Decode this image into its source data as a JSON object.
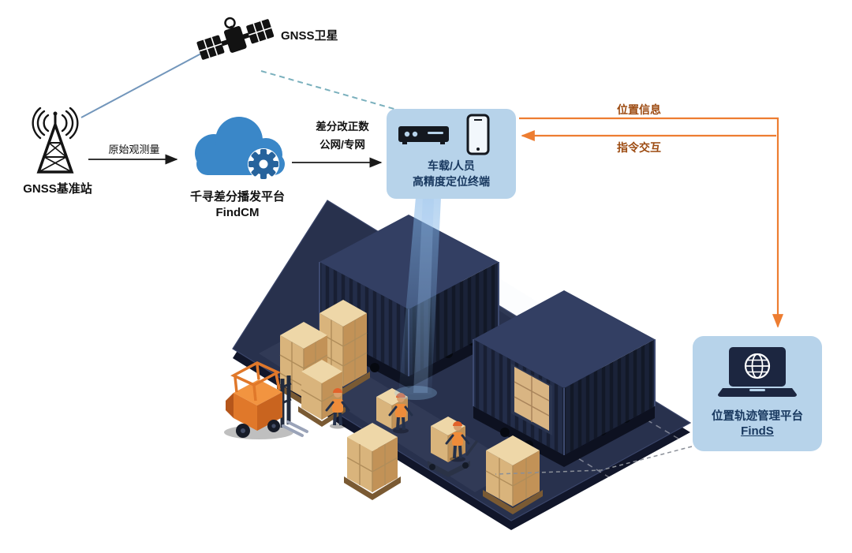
{
  "nodes": {
    "satellite": {
      "label": "GNSS卫星",
      "icon": "satellite-icon"
    },
    "base_station": {
      "label": "GNSS基准站",
      "icon": "radio-tower-icon"
    },
    "cloud": {
      "name": "千寻差分播发平台",
      "product": "FindCM",
      "icon": "cloud-gear-icon"
    },
    "terminal": {
      "line1": "车载/人员",
      "line2": "高精度定位终端",
      "icons": [
        "receiver-icon",
        "smartphone-icon"
      ]
    },
    "management": {
      "name": "位置轨迹管理平台",
      "product": "FindS",
      "icon": "laptop-globe-icon"
    }
  },
  "edges": {
    "raw_observation": {
      "label": "原始观测量"
    },
    "correction": {
      "line1": "差分改正数",
      "line2": "公网/专网"
    },
    "position_info": {
      "label": "位置信息"
    },
    "command_interaction": {
      "label": "指令交互"
    }
  },
  "scene_elements": [
    "shipping-container",
    "shipping-container",
    "pallet-boxes",
    "forklift",
    "warehouse-workers",
    "pallet-jack"
  ],
  "colors": {
    "panel_bg": "#b7d3ea",
    "panel_text": "#17375e",
    "cloud_blue": "#3a87c8",
    "gear_blue": "#27639c",
    "arrow_black": "#1a1a1a",
    "arrow_orange": "#ed7d31",
    "edge_label_orange": "#9c4a10",
    "satellite_link_dash": "#7ab0bd",
    "baseline_link": "#7296bb",
    "beam_blue": "#7eb3e6",
    "platform_navy": "#28314d",
    "container_navy": "#232d49",
    "carton_tan": "#d9b47c",
    "forklift_orange": "#ef8e3b"
  }
}
